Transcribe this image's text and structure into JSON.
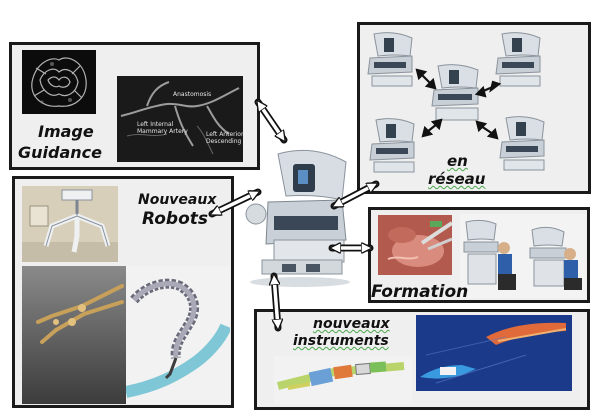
{
  "panels": {
    "image_guidance": {
      "title_line1": "Image",
      "title_line2": "Guidance",
      "xray_labels": {
        "anastomosis": "Anastomosis",
        "left_internal_line1": "Left Internal",
        "left_internal_line2": "Mammary Artery",
        "left_anterior_line1": "Left Anterior",
        "left_anterior_line2": "Descending"
      }
    },
    "robots": {
      "title_line1": "Nouveaux",
      "title_line2": "Robots"
    },
    "network": {
      "title_line1": "en",
      "title_line2": "réseau"
    },
    "training": {
      "title": "Formation"
    },
    "instruments": {
      "title_line1": "nouveaux",
      "title_line2": "instruments"
    }
  },
  "colors": {
    "panel_bg": "#efefef",
    "panel_border": "#1a1a1a",
    "robot_shell": "#e4e8ec",
    "robot_dark": "#2d3a48",
    "instrument_bg": "#1b3a8a",
    "surgery_red": "#b8584c"
  }
}
